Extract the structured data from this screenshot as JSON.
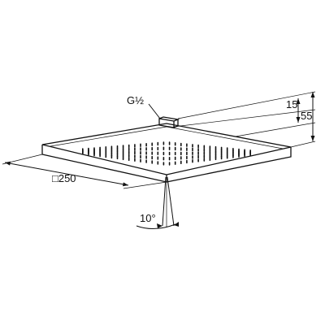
{
  "drawing": {
    "subject": "square shower head, technical dimension drawing",
    "labels": {
      "thread": "G½",
      "dim_top": "15",
      "dim_total": "55",
      "dim_width": "□250",
      "angle": "10°"
    },
    "nozzle_rows": 5,
    "colors": {
      "line": "#111111",
      "background": "#ffffff"
    }
  }
}
